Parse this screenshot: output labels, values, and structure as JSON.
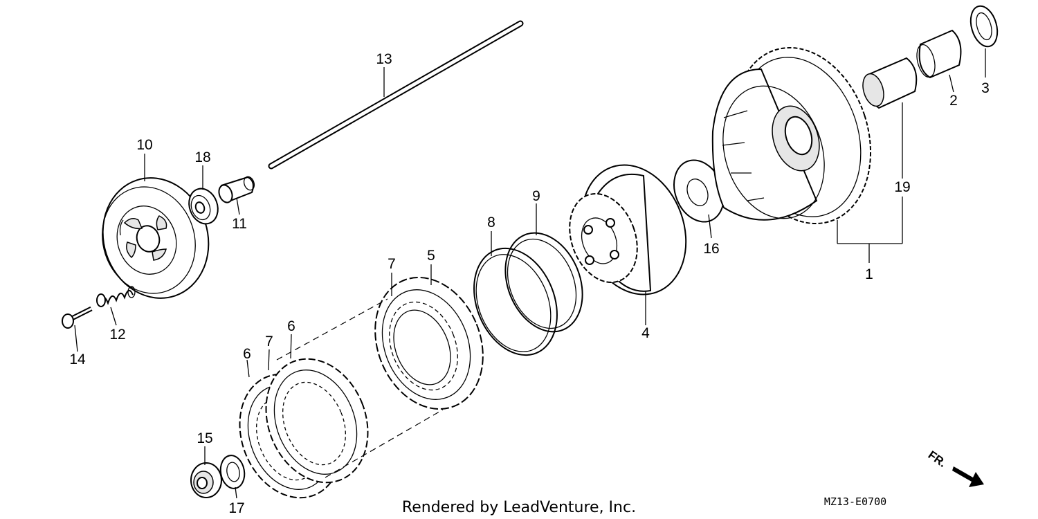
{
  "callouts": [
    {
      "id": "1",
      "label": "1"
    },
    {
      "id": "2",
      "label": "2"
    },
    {
      "id": "3",
      "label": "3"
    },
    {
      "id": "4",
      "label": "4"
    },
    {
      "id": "5",
      "label": "5"
    },
    {
      "id": "6a",
      "label": "6"
    },
    {
      "id": "6b",
      "label": "6"
    },
    {
      "id": "7a",
      "label": "7"
    },
    {
      "id": "7b",
      "label": "7"
    },
    {
      "id": "8",
      "label": "8"
    },
    {
      "id": "9",
      "label": "9"
    },
    {
      "id": "10",
      "label": "10"
    },
    {
      "id": "11",
      "label": "11"
    },
    {
      "id": "12",
      "label": "12"
    },
    {
      "id": "13",
      "label": "13"
    },
    {
      "id": "14",
      "label": "14"
    },
    {
      "id": "15",
      "label": "15"
    },
    {
      "id": "16",
      "label": "16"
    },
    {
      "id": "17",
      "label": "17"
    },
    {
      "id": "18",
      "label": "18"
    },
    {
      "id": "19",
      "label": "19"
    }
  ],
  "footer": {
    "credit": "Rendered by LeadVenture, Inc.",
    "diagram_code": "MZ13-E0700"
  },
  "direction": {
    "label": "FR."
  }
}
